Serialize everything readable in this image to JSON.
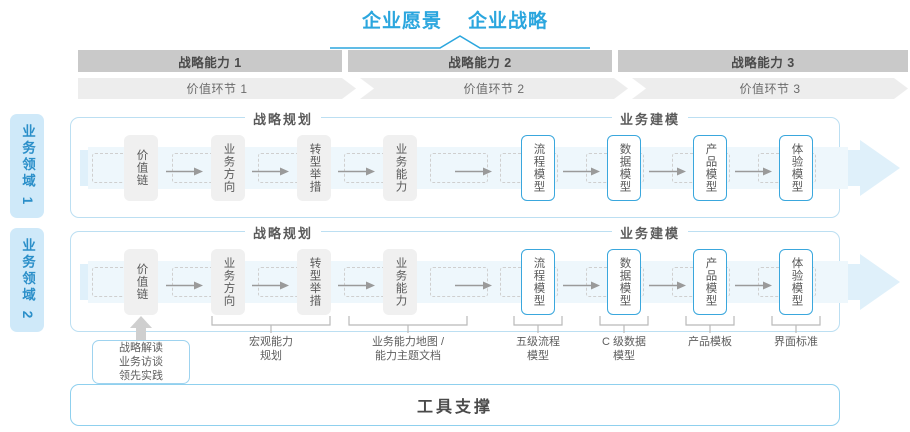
{
  "header": {
    "vision": "企业愿景",
    "strategy": "企业战略"
  },
  "capabilities": [
    {
      "label": "战略能力 1"
    },
    {
      "label": "战略能力 2"
    },
    {
      "label": "战略能力 3"
    }
  ],
  "value_links": [
    {
      "label": "价值环节 1"
    },
    {
      "label": "价值环节 2"
    },
    {
      "label": "价值环节 3"
    }
  ],
  "domains": [
    {
      "label": "业务领域 1"
    },
    {
      "label": "业务领域 2"
    }
  ],
  "sections": {
    "planning": "战略规划",
    "modeling": "业务建模"
  },
  "nodes": {
    "planning": [
      {
        "label": "价值链"
      },
      {
        "label": "业务方向"
      },
      {
        "label": "转型举措"
      },
      {
        "label": "业务能力"
      }
    ],
    "modeling": [
      {
        "label": "流程模型"
      },
      {
        "label": "数据模型"
      },
      {
        "label": "产品模型"
      },
      {
        "label": "体验模型"
      }
    ]
  },
  "annotations": {
    "tool_callout": "战略解读\n业务访谈\n领先实践",
    "tool_callout_lines": [
      "战略解读",
      "业务访谈",
      "领先实践"
    ],
    "items": [
      {
        "lines": [
          "宏观能力",
          "规划"
        ]
      },
      {
        "lines": [
          "业务能力地图 /",
          "能力主题文档"
        ]
      },
      {
        "lines": [
          "五级流程",
          "模型"
        ]
      },
      {
        "lines": [
          "C 级数据",
          "模型"
        ]
      },
      {
        "lines": [
          "产品模板"
        ]
      },
      {
        "lines": [
          "界面标准"
        ]
      }
    ]
  },
  "footer": {
    "label": "工具支撑"
  },
  "colors": {
    "accent_blue": "#2ba6de",
    "bar_gray": "#c9c9c9",
    "bar_light_gray": "#ededed",
    "band_blue": "#eef7fc",
    "border_blue": "#bcdff2",
    "side_blue": "#cfe9f9",
    "node_gray": "#f0f0f0",
    "node_blue_border": "#3aa7dd"
  }
}
